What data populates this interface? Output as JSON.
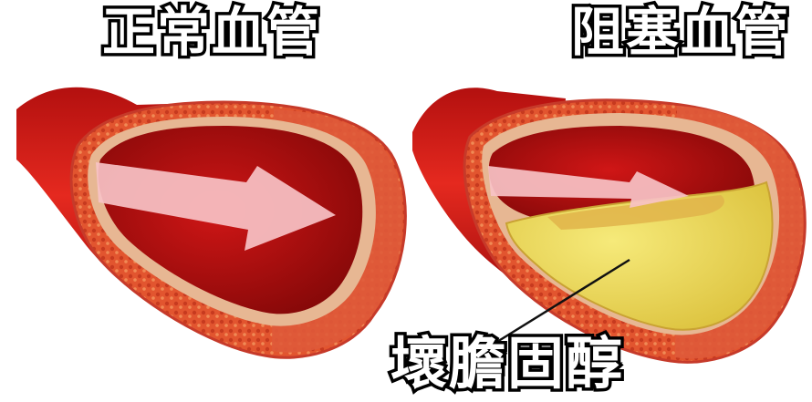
{
  "normal_vessel": {
    "title": "正常血管"
  },
  "blocked_vessel": {
    "title": "阻塞血管"
  },
  "plaque_label": "壞膽固醇",
  "colors": {
    "vessel_outer": "#d8221d",
    "vessel_dark": "#8f0a0a",
    "wall_tissue": "#e8643f",
    "lining": "#e7b793",
    "arrow": "#f7c2c6",
    "plaque": "#ecd94a",
    "plaque_edge": "#c9a233"
  }
}
